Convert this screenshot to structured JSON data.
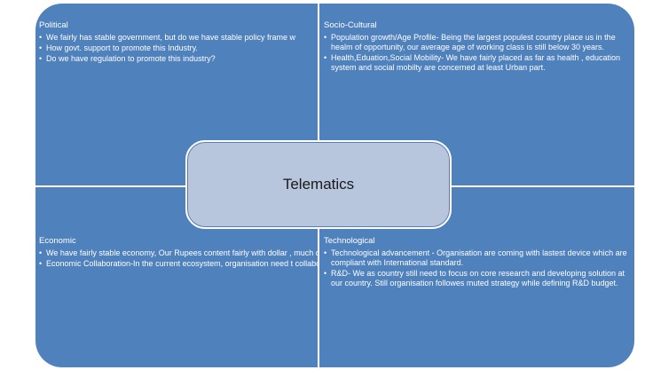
{
  "center": {
    "label": "Telematics"
  },
  "quadrants": {
    "political": {
      "title": "Political",
      "items": [
        "We fairly has stable government, but do we have stable policy frame w",
        "How govt. support to promote this Industry.",
        "Do we have regulation to promote this industry?"
      ]
    },
    "socio_cultural": {
      "title": "Socio-Cultural",
      "items": [
        "Population growth/Age Profile- Being the largest populest country place us in the healm of opportunity, our average age of working class is still below 30 years.",
        "Health,Eduation,Social Mobility- We have fairly placed as far as health , education system and social mobilty are concerned at least Urban part."
      ]
    },
    "economic": {
      "title": "Economic",
      "items": [
        "We have fairly stable economy, Our Rupees content fairly with dollar , much challenges and worry as far as telematic solution are concerned",
        "Economic Collaboration-In the current ecosystem, organisation need t collaborate with others-Telematic solution needs hand shake between communication services providers, device manufacturer, IT system pro may be bankers and other stakeholders ."
      ]
    },
    "technological": {
      "title": "Technological",
      "items": [
        " Technological advancement - Organisation are coming with lastest device which are compliant with International standard.",
        "R&D- We as country still need to focus on core research and developing solution at our country. Still organisation followes muted strategy while defining R&D budget."
      ]
    }
  }
}
